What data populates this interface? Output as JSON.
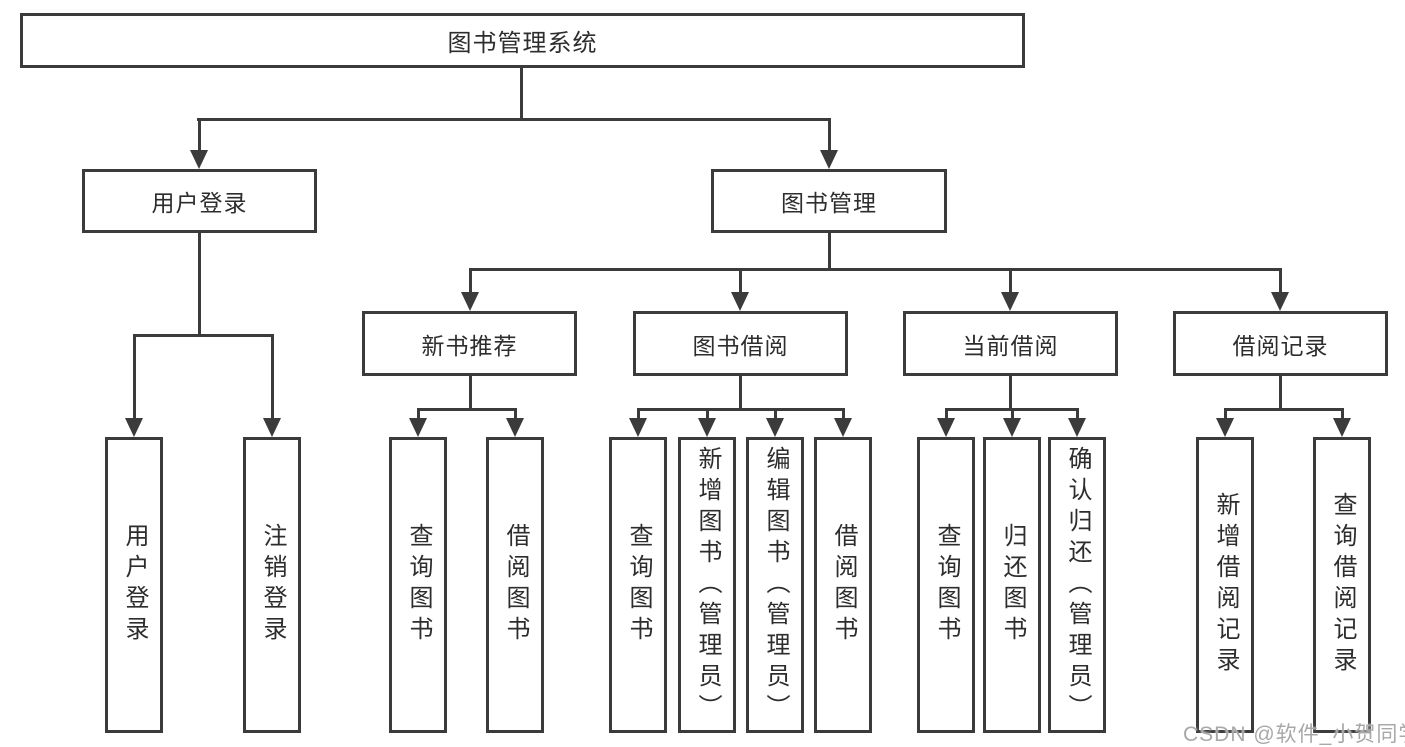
{
  "diagram": {
    "title": "图书管理系统",
    "root": {
      "label": "图书管理系统"
    },
    "branches": [
      {
        "label": "用户登录",
        "children": [
          {
            "label": "用户登录"
          },
          {
            "label": "注销登录"
          }
        ]
      },
      {
        "label": "图书管理",
        "children": [
          {
            "label": "新书推荐",
            "children": [
              {
                "label": "查询图书"
              },
              {
                "label": "借阅图书"
              }
            ]
          },
          {
            "label": "图书借阅",
            "children": [
              {
                "label": "查询图书"
              },
              {
                "label": "新增图书（管理员）"
              },
              {
                "label": "编辑图书（管理员）"
              },
              {
                "label": "借阅图书"
              }
            ]
          },
          {
            "label": "当前借阅",
            "children": [
              {
                "label": "查询图书"
              },
              {
                "label": "归还图书"
              },
              {
                "label": "确认归还（管理员）"
              }
            ]
          },
          {
            "label": "借阅记录",
            "children": [
              {
                "label": "新增借阅记录"
              },
              {
                "label": "查询借阅记录"
              }
            ]
          }
        ]
      }
    ]
  },
  "watermark": {
    "text": "CSDN @软件_小贺同学"
  },
  "colors": {
    "line": "#3b3b3b",
    "text": "#2d2d2d",
    "watermark": "#a8a8a8",
    "background": "#ffffff"
  }
}
